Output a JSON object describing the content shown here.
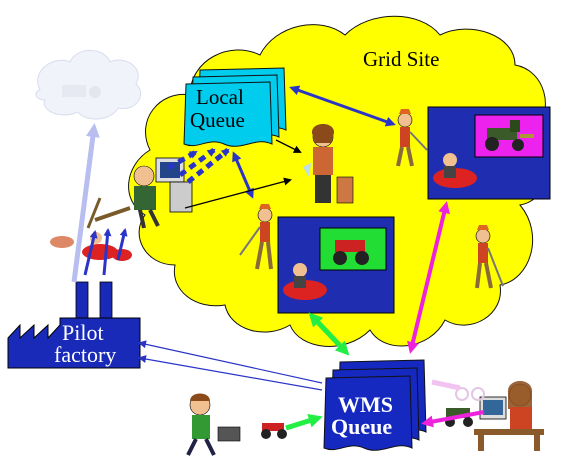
{
  "labels": {
    "grid_site": "Grid Site",
    "local_queue_line1": "Local",
    "local_queue_line2": "Queue",
    "pilot_line1": "Pilot",
    "pilot_line2": "factory",
    "wms_line1": "WMS",
    "wms_line2": "Queue"
  },
  "colors": {
    "cloud_fill": "#ffff00",
    "cloud_faded": "#f1f3fa",
    "local_queue_fill": "#00ccee",
    "wms_fill": "#1528c0",
    "factory_fill": "#1a2ab8",
    "worker_panel": "#1f2eb0",
    "arrow_blue": "#2a35c8",
    "arrow_magenta": "#ee22dd",
    "arrow_green": "#22ee44",
    "arrow_faded": "#b8bff0"
  },
  "icons": [
    "cloud-icon",
    "document-stack-icon",
    "factory-icon",
    "worker-icon",
    "operator-icon",
    "clerk-icon",
    "tractor-icon",
    "atv-icon",
    "laptop-user-icon",
    "desk-user-icon"
  ]
}
